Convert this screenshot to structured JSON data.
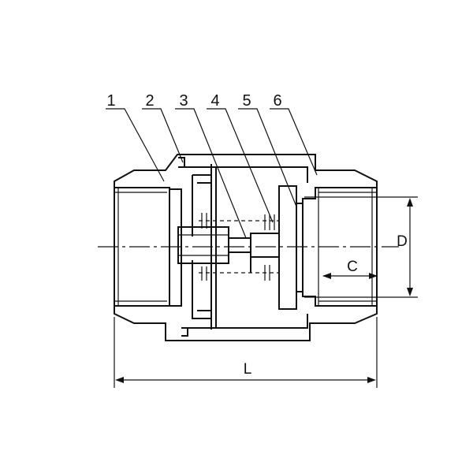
{
  "callouts": [
    "1",
    "2",
    "3",
    "4",
    "5",
    "6"
  ],
  "dimensions": {
    "length": "L",
    "diameter": "D",
    "thread": "C"
  },
  "colors": {
    "line": "#111111",
    "background": "#ffffff"
  }
}
